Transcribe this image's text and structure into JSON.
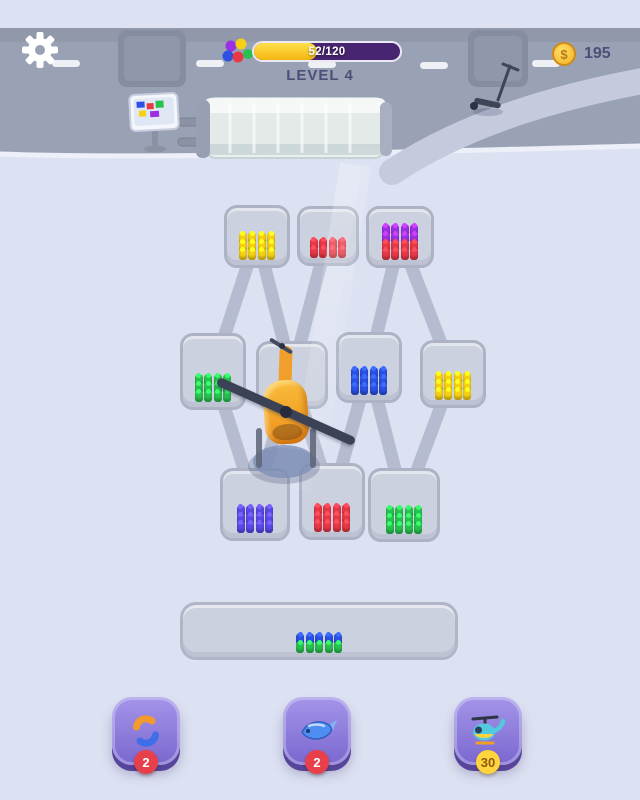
{
  "hud": {
    "level_label": "LEVEL 4",
    "progress": {
      "text": "52/120",
      "current": 52,
      "total": 120,
      "percent": 43
    },
    "coins": "195",
    "coin_symbol": "$"
  },
  "palette": {
    "yellow": "#f6d013",
    "red": "#e73845",
    "purple": "#9b2fe3",
    "green": "#29c04f",
    "blue": "#2b50e3",
    "indigo": "#5a48e6"
  },
  "pads": {
    "pad1": {
      "groups": [
        {
          "color": "yellow",
          "count": 12
        }
      ]
    },
    "pad2": {
      "groups": [
        {
          "color": "red",
          "count": 8
        }
      ]
    },
    "pad3": {
      "groups": [
        {
          "color": "purple",
          "count": 8
        },
        {
          "color": "red",
          "count": 8
        }
      ]
    },
    "pad4": {
      "groups": [
        {
          "color": "green",
          "count": 12
        }
      ]
    },
    "pad5": {
      "groups": []
    },
    "pad6": {
      "groups": [
        {
          "color": "blue",
          "count": 12
        }
      ]
    },
    "pad7": {
      "groups": [
        {
          "color": "yellow",
          "count": 12
        }
      ]
    },
    "pad8": {
      "groups": [
        {
          "color": "indigo",
          "count": 12
        }
      ]
    },
    "pad9": {
      "groups": [
        {
          "color": "red",
          "count": 12
        }
      ]
    },
    "pad10": {
      "groups": [
        {
          "color": "green",
          "count": 12
        }
      ]
    }
  },
  "queue": {
    "groups": [
      {
        "color": "blue",
        "count": 5
      },
      {
        "color": "green",
        "count": 5
      }
    ]
  },
  "powerups": {
    "shuffle": {
      "badge": "2"
    },
    "fish": {
      "badge": "2"
    },
    "helicopter": {
      "badge": "30"
    }
  }
}
